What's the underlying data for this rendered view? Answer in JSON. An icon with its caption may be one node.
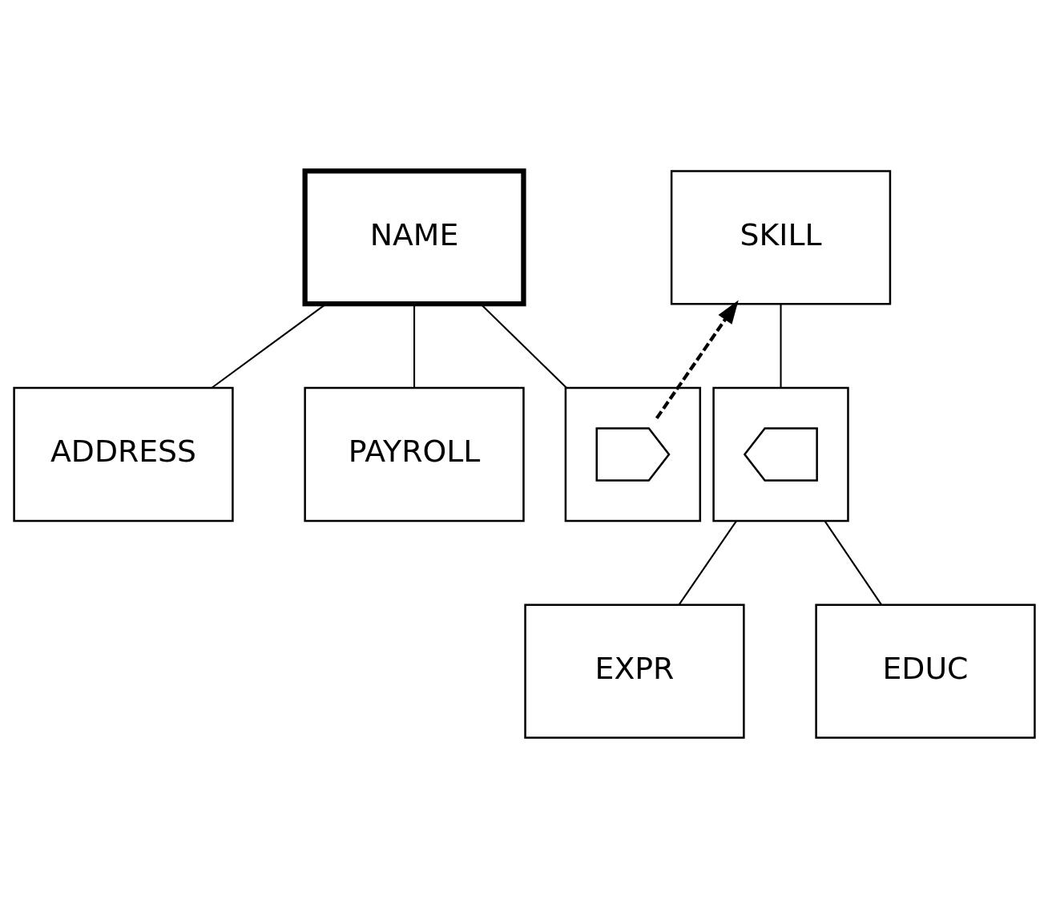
{
  "diagram": {
    "nodes": [
      {
        "text": [
          "NAME"
        ]
      },
      {
        "text": [
          "ADDRESS"
        ]
      },
      {
        "text": [
          "PAYROLL"
        ]
      },
      {
        "text": [],
        "shape": "box"
      },
      {
        "text": [],
        "shape": "pentagon",
        "in": 3
      },
      {
        "text": [
          "SKILL"
        ]
      },
      {
        "text": [],
        "shape": "box"
      },
      {
        "text": [],
        "shape": "pentagon",
        "in": 6
      },
      {
        "text": [
          "EXPR"
        ]
      },
      {
        "text": [
          "EDUC"
        ]
      }
    ],
    "edges": [
      {
        "from": 0,
        "to": 1,
        "arrow": "none"
      },
      {
        "from": 0,
        "to": 2,
        "arrow": "none"
      },
      {
        "from": 0,
        "to": 3,
        "arrow": "none"
      },
      {
        "from": 4,
        "to": 5,
        "arrow": "to",
        "style": "dashed"
      },
      {
        "from": 5,
        "to": 6,
        "arrow": "none"
      },
      {
        "from": 6,
        "to": 8,
        "arrow": "none"
      },
      {
        "from": 6,
        "to": 9,
        "arrow": "none"
      }
    ]
  }
}
